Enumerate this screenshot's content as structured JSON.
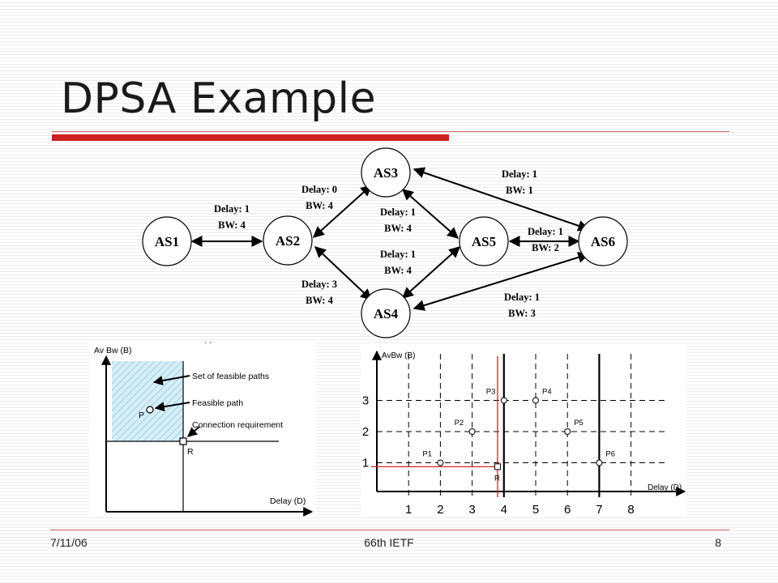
{
  "slide": {
    "title": "DPSA Example",
    "footer_date": "7/11/06",
    "footer_center": "66th IETF",
    "page_number": "8"
  },
  "network": {
    "nodes": [
      "AS1",
      "AS2",
      "AS3",
      "AS4",
      "AS5",
      "AS6"
    ],
    "edges": [
      {
        "from": "AS1",
        "to": "AS2",
        "delay": "Delay: 1",
        "bw": "BW: 4"
      },
      {
        "from": "AS2",
        "to": "AS3",
        "delay": "Delay: 0",
        "bw": "BW: 4"
      },
      {
        "from": "AS2",
        "to": "AS4",
        "delay": "Delay: 3",
        "bw": "BW: 4"
      },
      {
        "from": "AS3",
        "to": "AS5",
        "delay": "Delay: 1",
        "bw": "BW: 4"
      },
      {
        "from": "AS5",
        "to": "AS4",
        "delay": "Delay: 1",
        "bw": "BW: 4"
      },
      {
        "from": "AS3",
        "to": "AS6",
        "delay": "Delay: 1",
        "bw": "BW: 1"
      },
      {
        "from": "AS5",
        "to": "AS6",
        "delay": "Delay: 1",
        "bw": "BW: 2"
      },
      {
        "from": "AS4",
        "to": "AS6",
        "delay": "Delay: 1",
        "bw": "BW: 3"
      }
    ]
  },
  "left_figure": {
    "y_axis_label": "Av Bw (B)",
    "x_axis_label": "Delay (D)",
    "annotations": [
      "Set of feasible paths",
      "Feasible path",
      "Connection requirement"
    ],
    "point_labels": [
      "P",
      "R"
    ],
    "stray_mark": "` ´"
  },
  "right_figure": {
    "y_axis_label": "AvBw (B)",
    "x_axis_label": "Delay (D)",
    "x_ticks": [
      "1",
      "2",
      "3",
      "4",
      "5",
      "6",
      "7",
      "8"
    ],
    "y_ticks": [
      "1",
      "2",
      "3"
    ],
    "points": [
      {
        "label": "P1",
        "delay": 2,
        "bw": 1
      },
      {
        "label": "P2",
        "delay": 3,
        "bw": 2
      },
      {
        "label": "P3",
        "delay": 4,
        "bw": 3
      },
      {
        "label": "P4",
        "delay": 5,
        "bw": 3
      },
      {
        "label": "P5",
        "delay": 6,
        "bw": 2
      },
      {
        "label": "P6",
        "delay": 7,
        "bw": 1
      }
    ],
    "requirement": {
      "label": "R",
      "delay": 3.8,
      "bw": 0.9
    }
  }
}
